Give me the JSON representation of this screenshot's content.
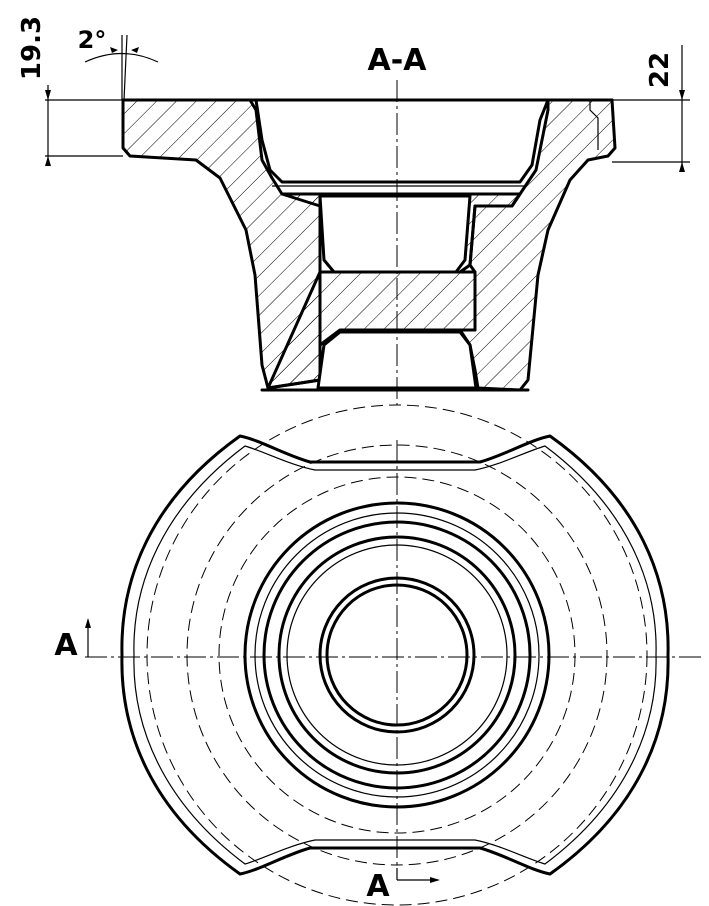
{
  "section": {
    "title": "A-A",
    "dimensions": {
      "flange_height": "19.3",
      "draft_angle": "2°",
      "right_height": "22"
    }
  },
  "plan": {
    "cut_label_left": "A",
    "cut_label_bottom": "A"
  }
}
